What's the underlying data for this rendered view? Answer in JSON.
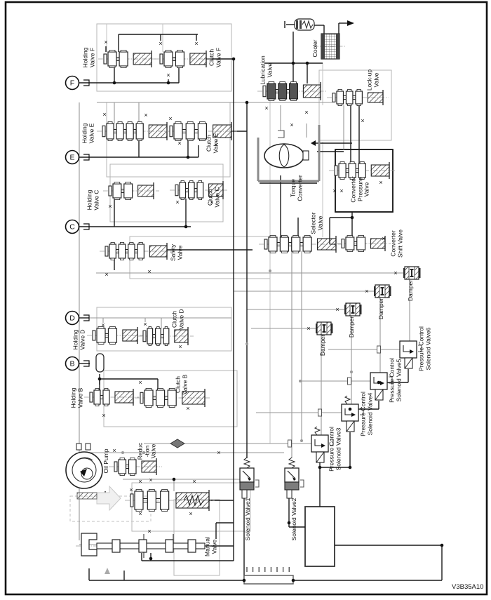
{
  "diagram": {
    "code": "V3B35A10",
    "ink_color": "#1a1a1a",
    "pilot_line_color": "#969696",
    "closed_port_symbol": "×",
    "ports": [
      {
        "id": "port-f",
        "letter": "F"
      },
      {
        "id": "port-e",
        "letter": "E"
      },
      {
        "id": "port-c",
        "letter": "C"
      },
      {
        "id": "port-d",
        "letter": "D"
      },
      {
        "id": "port-b",
        "letter": "B"
      }
    ],
    "labels": [
      {
        "id": "holding-valve-f",
        "text": "Holding\nValve F"
      },
      {
        "id": "clutch-valve-f",
        "text": "Clutch\nValve F"
      },
      {
        "id": "holding-valve-e",
        "text": "Holding\nValve E"
      },
      {
        "id": "clutch-valve-e",
        "text": "Clutch\nValve E"
      },
      {
        "id": "holding-valve-c",
        "text": "Holding\nValve C"
      },
      {
        "id": "clutch-valve-c",
        "text": "Clutch\nValve C"
      },
      {
        "id": "safety-valve",
        "text": "Safety\nValve"
      },
      {
        "id": "holding-valve-d",
        "text": "Holding\nValve D"
      },
      {
        "id": "clutch-valve-d",
        "text": "Clutch\nValve D"
      },
      {
        "id": "holding-valve-b",
        "text": "Holding\nValve B"
      },
      {
        "id": "clutch-valve-b",
        "text": "Clutch\nValve B"
      },
      {
        "id": "lubrication-valve",
        "text": "Lubrication\nValve"
      },
      {
        "id": "cooler",
        "text": "Cooler"
      },
      {
        "id": "lock-up-valve",
        "text": "Lock-up\nValve"
      },
      {
        "id": "torque-converter",
        "text": "Torque\nConverter"
      },
      {
        "id": "converter-pressure-valve",
        "text": "Converter\nPressure\nValve"
      },
      {
        "id": "selector-valve",
        "text": "Selector\nValve"
      },
      {
        "id": "converter-shift-valve",
        "text": "Converter\nShift Valve"
      },
      {
        "id": "damper-1",
        "text": "Damper"
      },
      {
        "id": "damper-2",
        "text": "Damper"
      },
      {
        "id": "damper-3",
        "text": "Damper"
      },
      {
        "id": "damper-4",
        "text": "Damper"
      },
      {
        "id": "pressure-control-solenoid-valve3",
        "text": "Pressure Control\nSolenoid Valve3"
      },
      {
        "id": "pressure-control-solenoid-valve4",
        "text": "Pressure Control\nSolenoid Valve4"
      },
      {
        "id": "pressure-control-solenoid-valve5",
        "text": "Pressure Control\nSolenoid Valve5"
      },
      {
        "id": "pressure-control-solenoid-valve6",
        "text": "Pressure Control\nSolenoid Valve6"
      },
      {
        "id": "solenoid-valve1",
        "text": "Solenoid Valve1"
      },
      {
        "id": "solenoid-valve2",
        "text": "Solenoid Valve2"
      },
      {
        "id": "oil-pump",
        "text": "Oil Pump"
      },
      {
        "id": "reduction-valve",
        "text": "Reduc\n-tion\nValve"
      },
      {
        "id": "manual-valve",
        "text": "Manual\nValve"
      }
    ]
  }
}
